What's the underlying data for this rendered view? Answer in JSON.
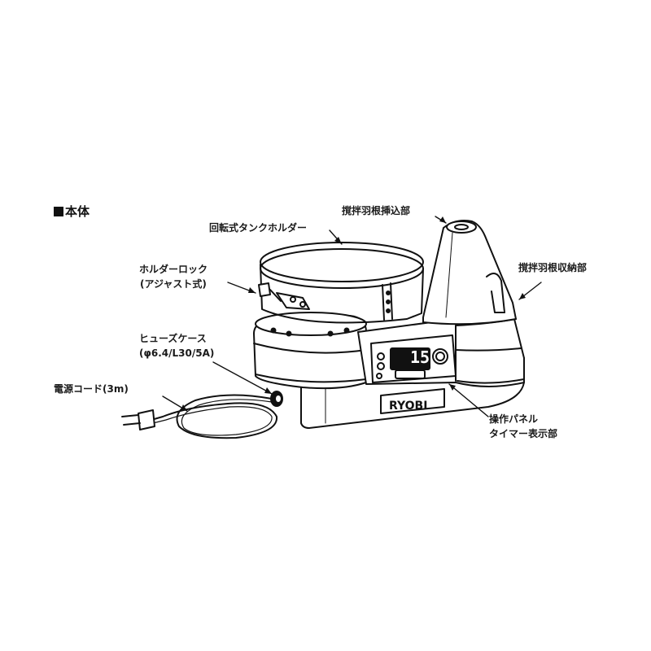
{
  "title": "本体",
  "labels": {
    "agitator_insert": "撹拌羽根挿込部",
    "tank_holder": "回転式タンクホルダー",
    "holder_lock_line1": "ホルダーロック",
    "holder_lock_line2": "(アジャスト式)",
    "blade_storage": "撹拌羽根収納部",
    "fuse_case_line1": "ヒューズケース",
    "fuse_case_line2": "(φ6.4/L30/5A)",
    "power_cord": "電源コード(3m)",
    "panel_line1": "操作パネル",
    "panel_line2": "タイマー表示部"
  },
  "display": {
    "timer_value": "15",
    "brand": "RYOBI"
  }
}
